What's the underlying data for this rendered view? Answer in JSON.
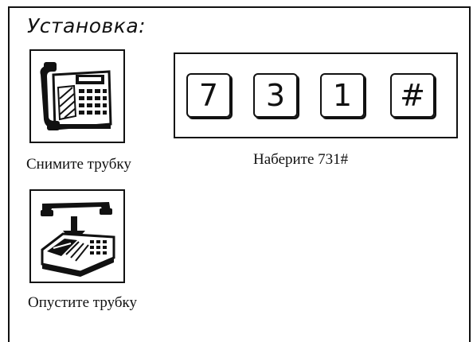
{
  "heading": "Установка:",
  "steps": [
    {
      "icon": "lift-handset-icon",
      "caption": "Снимите трубку"
    },
    {
      "icon": "replace-handset-icon",
      "caption": "Опустите трубку"
    }
  ],
  "dial": {
    "keys": [
      "7",
      "3",
      "1",
      "#"
    ],
    "caption": "Наберите 731#"
  }
}
